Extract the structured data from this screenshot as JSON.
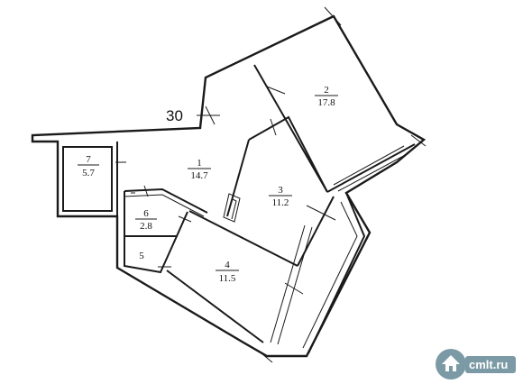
{
  "plan": {
    "floor_label": "30",
    "rooms": [
      {
        "id": "1",
        "number": "1",
        "area": "14.7"
      },
      {
        "id": "2",
        "number": "2",
        "area": "17.8"
      },
      {
        "id": "3",
        "number": "3",
        "area": "11.2"
      },
      {
        "id": "4",
        "number": "4",
        "area": "11.5"
      },
      {
        "id": "5",
        "number": "5",
        "area": ""
      },
      {
        "id": "6",
        "number": "6",
        "area": "2.8"
      },
      {
        "id": "7",
        "number": "7",
        "area": "5.7"
      }
    ]
  },
  "watermark": {
    "text": "cmlt.ru",
    "icon": "cmlt-logo-icon"
  }
}
